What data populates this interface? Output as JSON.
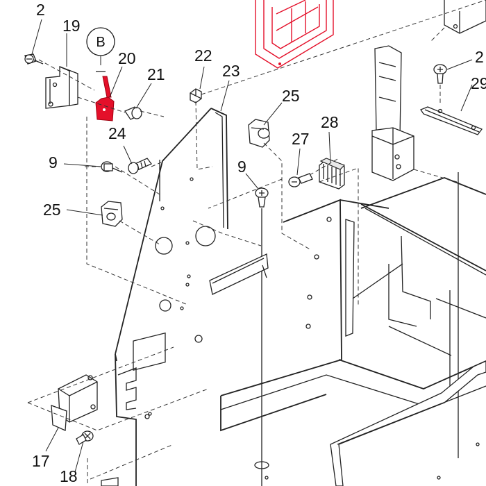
{
  "detail_marker": "B",
  "callouts": {
    "c2_top": "2",
    "c19": "19",
    "c20": "20",
    "c21": "21",
    "c22": "22",
    "c23": "23",
    "c24": "24",
    "c9_left": "9",
    "c25_left": "25",
    "c25_mid": "25",
    "c27": "27",
    "c28": "28",
    "c9_mid": "9",
    "c2_right": "2",
    "c29": "29",
    "c17": "17",
    "c18": "18"
  },
  "colors": {
    "highlight": "#e4102a",
    "line": "#222222",
    "background": "#ffffff"
  }
}
